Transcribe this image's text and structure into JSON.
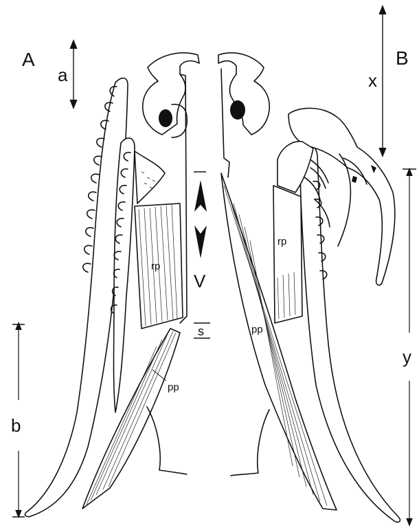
{
  "panels": {
    "left_label": "A",
    "right_label": "B"
  },
  "measurements": {
    "a": "a",
    "b": "b",
    "x": "x",
    "y": "y",
    "v": "V",
    "s": "s"
  },
  "muscles": {
    "rp_left": "rp",
    "pp_left": "pp",
    "rp_right": "rp",
    "pp_right": "pp"
  },
  "colors": {
    "ink": "#111111",
    "paper": "#ffffff"
  }
}
